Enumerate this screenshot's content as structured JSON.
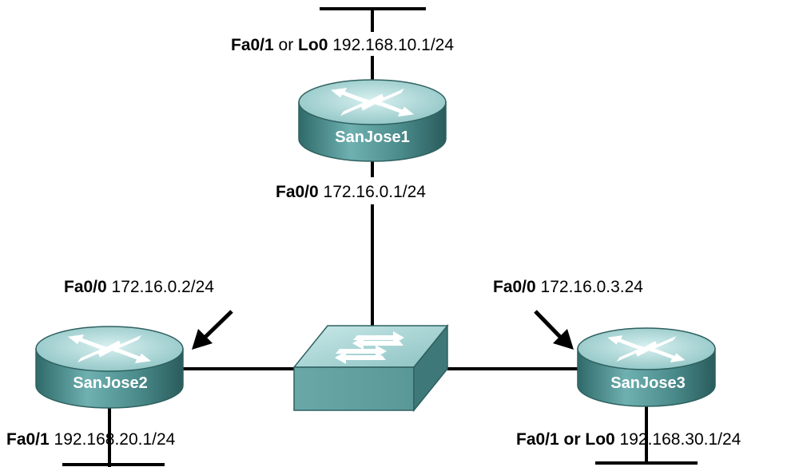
{
  "colors": {
    "device_top": "#b4dcdc",
    "device_side": "#4f8c8c",
    "device_edge": "#2f6060",
    "link": "#000000",
    "label_text": "#000000",
    "router_label_text": "#ffffff"
  },
  "routers": {
    "sj1": {
      "name": "SanJose1",
      "icon": "router-icon"
    },
    "sj2": {
      "name": "SanJose2",
      "icon": "router-icon"
    },
    "sj3": {
      "name": "SanJose3",
      "icon": "router-icon"
    }
  },
  "switch": {
    "icon": "switch-icon"
  },
  "labels": {
    "sj1_top": {
      "iface": "Fa0/1",
      "sep": " or ",
      "iface2": "Lo0",
      "addr": " 192.168.10.1/24"
    },
    "sj1_fa00": {
      "iface": "Fa0/0",
      "addr": " 172.16.0.1/24"
    },
    "sj2_fa00": {
      "iface": "Fa0/0",
      "addr": " 172.16.0.2/24"
    },
    "sj2_fa01": {
      "iface": "Fa0/1",
      "addr": " 192.168.20.1/24"
    },
    "sj3_fa00": {
      "iface": "Fa0/0",
      "addr": " 172.16.0.3.24"
    },
    "sj3_fa01": {
      "iface": "Fa0/1 or Lo0",
      "addr": " 192.168.30.1/24"
    }
  }
}
